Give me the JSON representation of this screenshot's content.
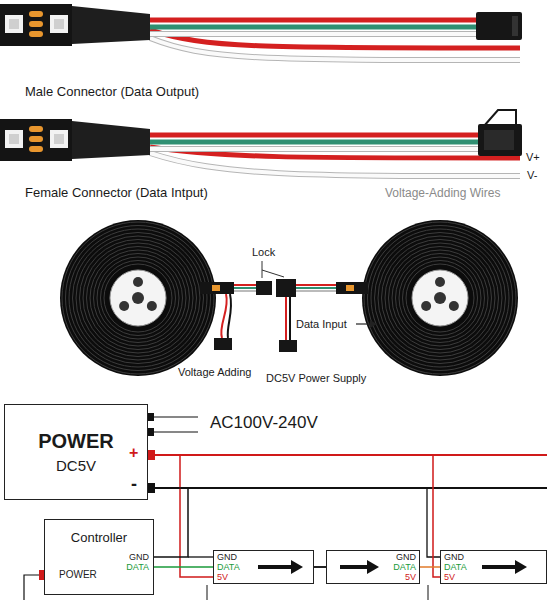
{
  "diagram": {
    "nodes": [
      {
        "text": [
          "POWER",
          "DC5V"
        ]
      },
      {
        "text": [
          "Controller",
          "POWER",
          "GND",
          "DATA"
        ]
      },
      {
        "text": [
          "GND",
          "DATA",
          "5V"
        ]
      },
      {
        "text": [
          "GND",
          "DATA",
          "5V"
        ]
      },
      {
        "text": [
          "GND",
          "DATA",
          "5V"
        ]
      }
    ],
    "edges": [
      {
        "from": 0,
        "to": 2,
        "arrow": "none"
      },
      {
        "from": 0,
        "to": 4,
        "arrow": "none"
      },
      {
        "from": 1,
        "to": 2,
        "arrow": "none"
      },
      {
        "from": 2,
        "to": 3,
        "arrow": "none"
      },
      {
        "from": 3,
        "to": 4,
        "arrow": "none"
      },
      {
        "from": 0,
        "to": 1,
        "arrow": "none"
      }
    ],
    "labels": [
      "Male Connector (Data Output)",
      "V+",
      "V-",
      "Female Connector (Data Intput)",
      "Voltage-Adding Wires",
      "Lock",
      "Data Input",
      "Voltage Adding",
      "DC5V Power Supply",
      "AC100V-240V",
      "+",
      "-"
    ]
  }
}
